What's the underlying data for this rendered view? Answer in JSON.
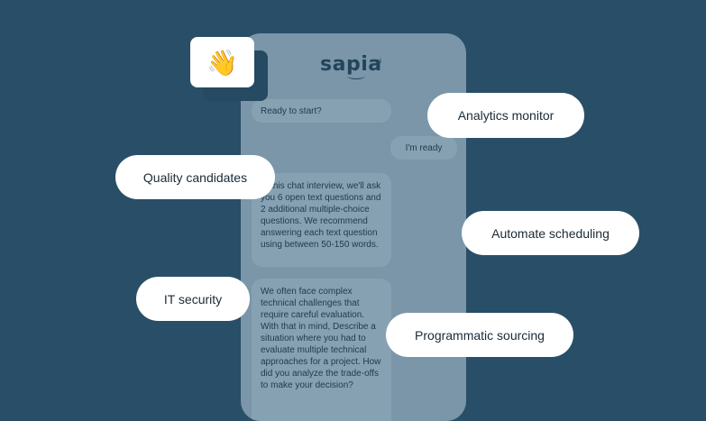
{
  "brand": {
    "name": "sapia",
    "suffix": "ai"
  },
  "chat": {
    "prompt_start": "Ready to start?",
    "user_reply": "I'm ready",
    "intro": "In this chat interview, we'll ask you 6 open text questions and 2 additional multiple-choice questions. We recommend answering each text question using between 50-150 words.",
    "question": "We often face complex technical challenges that require careful evaluation. With that in mind, Describe a situation where you had to evaluate multiple technical approaches for a project. How did you analyze the trade-offs to make your decision?"
  },
  "tags": {
    "analytics": "Analytics monitor",
    "quality": "Quality candidates",
    "automate": "Automate scheduling",
    "it_security": "IT security",
    "sourcing": "Programmatic sourcing"
  },
  "emoji": {
    "icon": "waving-hand-icon",
    "glyph": "👋"
  },
  "colors": {
    "background": "#294e67",
    "phone": "#7a96a8",
    "pill": "#ffffff"
  }
}
